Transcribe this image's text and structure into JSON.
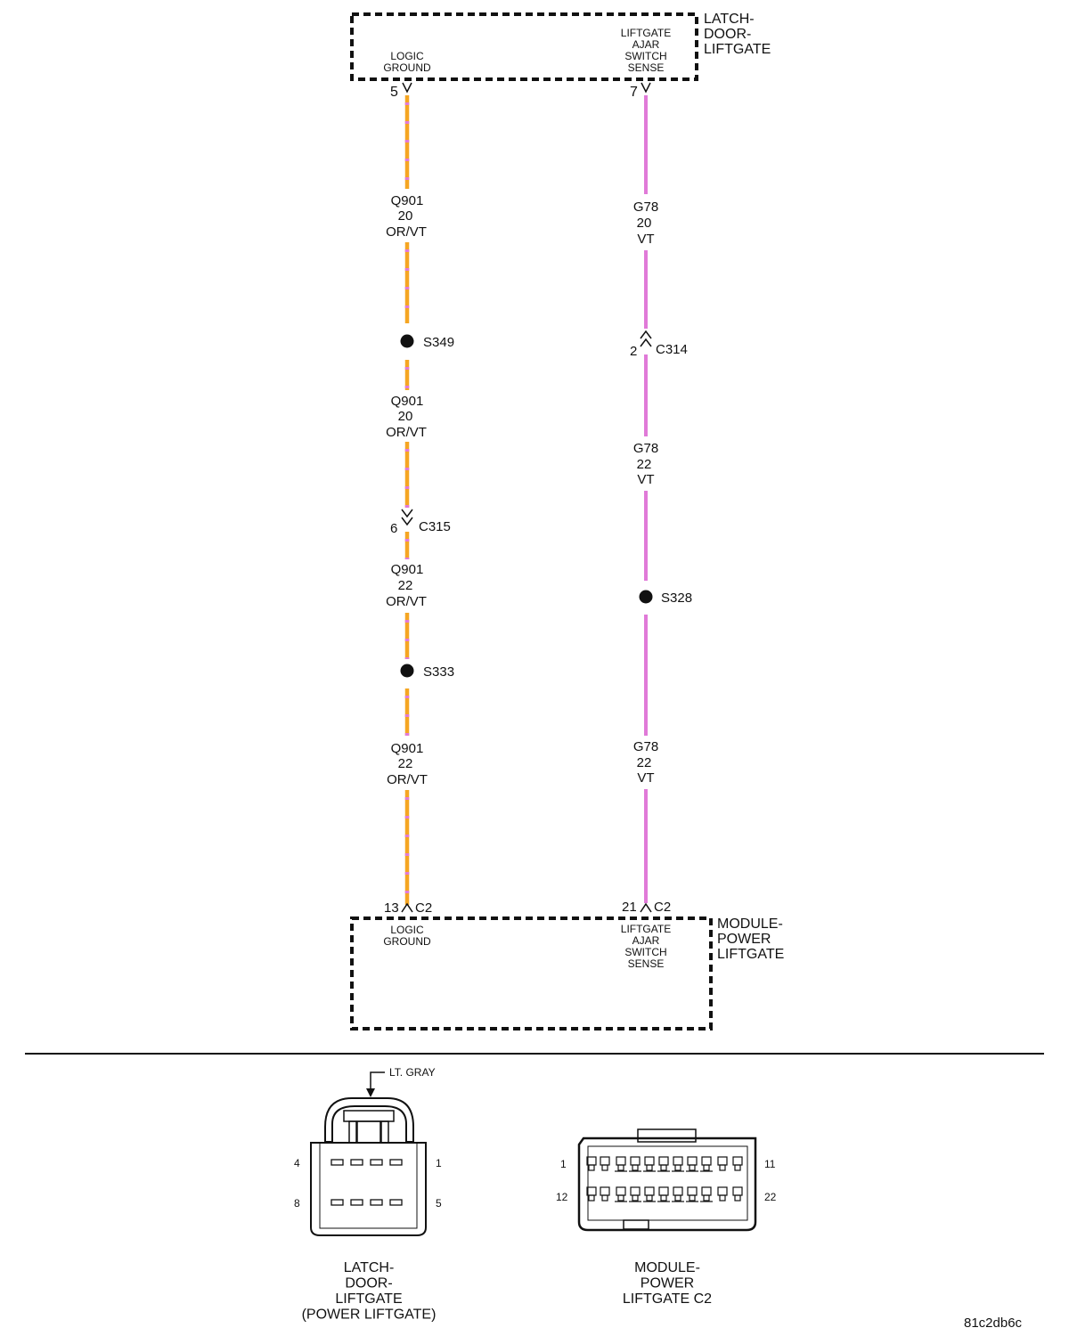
{
  "components": {
    "top": {
      "name": "LATCH-\nDOOR-\nLIFTGATE",
      "pins": [
        {
          "id": "logic-ground",
          "label": "LOGIC\nGROUND",
          "number": "5"
        },
        {
          "id": "liftgate-ajar",
          "label": "LIFTGATE\nAJAR\nSWITCH\nSENSE",
          "number": "7"
        }
      ]
    },
    "bottom": {
      "name": "MODULE-\nPOWER\nLIFTGATE",
      "pins": [
        {
          "id": "logic-ground",
          "label": "LOGIC\nGROUND",
          "number": "13",
          "connector": "C2"
        },
        {
          "id": "liftgate-ajar",
          "label": "LIFTGATE\nAJAR\nSWITCH\nSENSE",
          "number": "21",
          "connector": "C2"
        }
      ]
    }
  },
  "wires": {
    "left": {
      "colors": {
        "base": "#f5a623",
        "stripe": "#e07ad8"
      },
      "segments": [
        {
          "code": "Q901",
          "gauge": "20",
          "color": "OR/VT"
        },
        {
          "code": "Q901",
          "gauge": "20",
          "color": "OR/VT"
        },
        {
          "code": "Q901",
          "gauge": "22",
          "color": "OR/VT"
        },
        {
          "code": "Q901",
          "gauge": "22",
          "color": "OR/VT"
        }
      ],
      "splices": [
        "S349",
        "S333"
      ],
      "connector": {
        "pin": "6",
        "name": "C315"
      }
    },
    "right": {
      "colors": {
        "base": "#e07ad8"
      },
      "segments": [
        {
          "code": "G78",
          "gauge": "20",
          "color": "VT"
        },
        {
          "code": "G78",
          "gauge": "22",
          "color": "VT"
        },
        {
          "code": "G78",
          "gauge": "22",
          "color": "VT"
        }
      ],
      "splices": [
        "S328"
      ],
      "connector": {
        "pin": "2",
        "name": "C314"
      }
    }
  },
  "connector_views": {
    "latch": {
      "name": "LATCH-\nDOOR-\nLIFTGATE\n(POWER LIFTGATE)",
      "color_note": "LT. GRAY",
      "pin_labels": {
        "top_left": "4",
        "top_right": "1",
        "bottom_left": "8",
        "bottom_right": "5"
      }
    },
    "module": {
      "name": "MODULE-\nPOWER\nLIFTGATE C2",
      "pin_labels": {
        "top_left": "1",
        "top_right": "11",
        "bottom_left": "12",
        "bottom_right": "22"
      }
    }
  },
  "figure_id": "81c2db6c"
}
